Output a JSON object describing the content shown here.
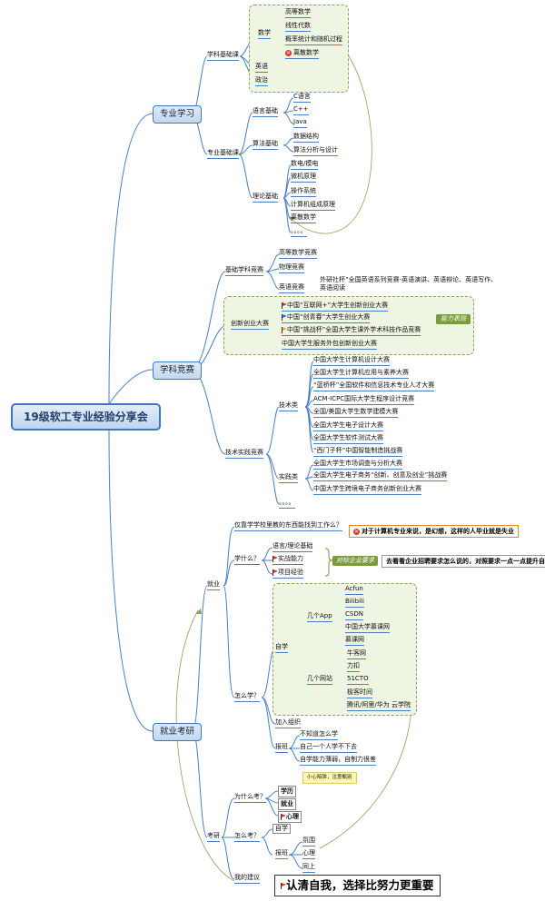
{
  "root": "19级软工专业经验分享会",
  "branches": {
    "major": "专业学习",
    "contest": "学科竞赛",
    "career": "就业考研"
  },
  "major": {
    "basics": "学科基础课",
    "math": "数学",
    "math_items": [
      "高等数学",
      "线性代数",
      "概率统计和随机过程",
      "离散数学"
    ],
    "english": "英语",
    "politics": "政治",
    "pro": "专业基础课",
    "lang": "语言基础",
    "lang_items": [
      "C语言",
      "C++",
      "Java"
    ],
    "algo": "算法基础",
    "algo_items": [
      "数据结构",
      "算法分析与设计"
    ],
    "theory": "理论基础",
    "theory_items": [
      "数电/模电",
      "微机原理",
      "操作系统",
      "计算机组成原理",
      "离散数学",
      "。。。。"
    ]
  },
  "contest": {
    "basic": "基础学科竞赛",
    "basic_items": [
      "高等数学竞赛",
      "物理竞赛",
      "英语竞赛"
    ],
    "english_note": "外研社杯”全国英语系列竞赛-英语演讲、英语辩论、英语写作、英语阅读",
    "innov": "创新创业大赛",
    "innov_items": [
      "中国“互联网+”大学生创新创业大赛",
      "中国“创青春”大学生创业大赛",
      "中国“挑战杯”全国大学生课外学术科技作品竞赛",
      "中国大学生服务外包创新创业大赛"
    ],
    "innov_tag": "能力表现",
    "tech": "技术实践竞赛",
    "tech_type": "技术类",
    "tech_items": [
      "中国大学生计算机设计大赛",
      "全国大学生计算机应用与素养大赛",
      "“蓝桥杯”全国软件和信息技术专业人才大赛",
      "ACM-ICPC国际大学生程序设计竞赛",
      "全国/美国大学生数学建模大赛",
      "全国大学生电子设计大赛",
      "全国大学生软件测试大赛",
      "“西门子杯”中国智能制造挑战赛"
    ],
    "prac_type": "实践类",
    "prac_items": [
      "全国大学生市场调查与分析大赛",
      "全国大学生电子商务“创新、创意及创业”挑战赛",
      "中国大学生跨境电子商务创新创业大赛"
    ],
    "more": "。。。。"
  },
  "career": {
    "job": "就业",
    "q1": "仅靠学学校里教的东西能找到工作么？",
    "q1_answer": "对于计算机专业来说，是幻想，这样的人毕业就是失业",
    "learn": "学什么？",
    "learn_items": [
      "语言/理论基础",
      "实战能力",
      "项目经验"
    ],
    "req_tag": "对标企业要求",
    "req_text": "去看看企业招聘要求怎么说的，对照要求一点一点提升自己",
    "how": "怎么学？",
    "self": "自学",
    "apps": "几个App",
    "app_items": [
      "Acfun",
      "Bilibili",
      "CSDN",
      "中国大学慕课网",
      "慕课网"
    ],
    "sites": "几个网站",
    "site_items": [
      "牛客网",
      "力扣",
      "51CTO",
      "极客时间",
      "腾讯/阿里/华为 云学院"
    ],
    "org": "加入组织",
    "cls": "报班",
    "cls_items": [
      "不知道怎么学",
      "自己一个人学不下去",
      "自学能力薄弱，自制力很差"
    ],
    "cls_note": "小心陷阱，注意甄别",
    "grad": "考研",
    "why": "为什么考？",
    "why_items": [
      "学历",
      "就业",
      "心理"
    ],
    "how2": "怎么考？",
    "self2": "自学",
    "cls2": "报班",
    "cls2_items": [
      "氛围",
      "心理",
      "同上"
    ],
    "advice_label": "我的建议",
    "advice": "认清自我，选择比努力更重要"
  },
  "colors": {
    "line": "#4a7fc2",
    "accent": "#3e77c1",
    "red": "#d9342b",
    "orange": "#e08a20",
    "green": "#7a9a40"
  }
}
